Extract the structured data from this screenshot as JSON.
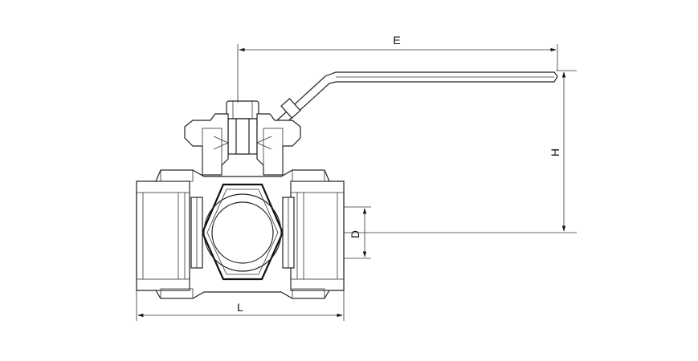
{
  "dimensions": {
    "e": "E",
    "h": "H",
    "d": "D",
    "l": "L"
  },
  "colors": {
    "line": "#222222",
    "background": "#ffffff",
    "hatch": "#555555"
  }
}
